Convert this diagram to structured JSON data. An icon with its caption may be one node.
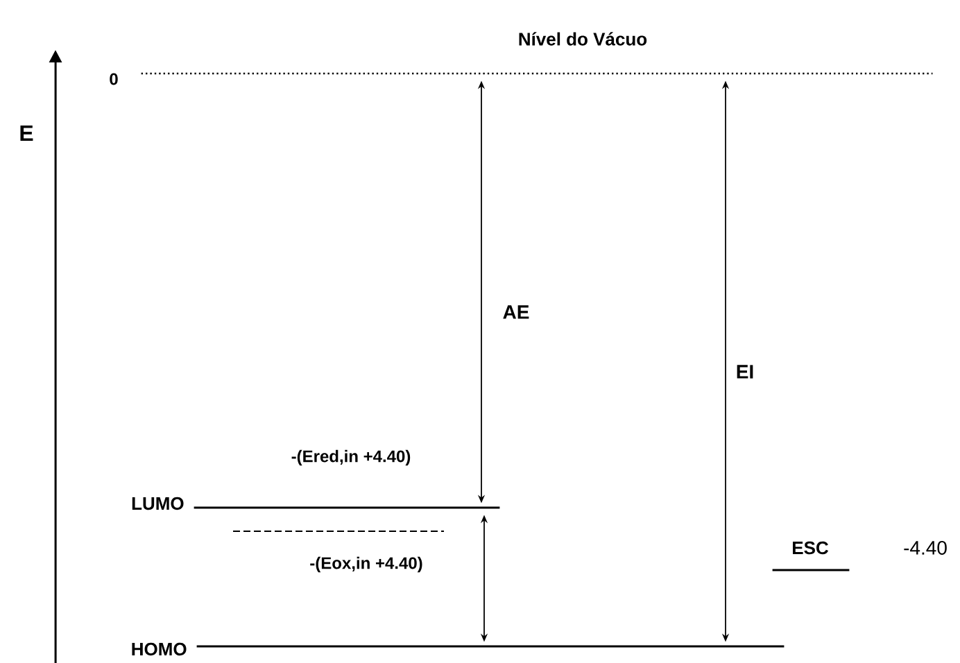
{
  "diagram": {
    "nodes": [
      {
        "text": [
          "Nível do Vácuo"
        ],
        "beside": [
          "0"
        ]
      },
      {
        "text": [
          "LUMO"
        ],
        "beside": [
          "-(Ered,in +4.40)"
        ]
      },
      {
        "text": [
          "HOMO"
        ]
      },
      {
        "text": [
          "ESC"
        ],
        "beside": [
          "-4.40"
        ]
      }
    ],
    "edges": [
      {
        "from": 0,
        "to": 1,
        "arrow": "both",
        "label": "AE"
      },
      {
        "from": 0,
        "to": 2,
        "arrow": "both",
        "label": "EI"
      },
      {
        "from": 1,
        "to": 2,
        "arrow": "both"
      }
    ],
    "labels": [
      "E",
      "-(Eox,in +4.40)"
    ]
  }
}
